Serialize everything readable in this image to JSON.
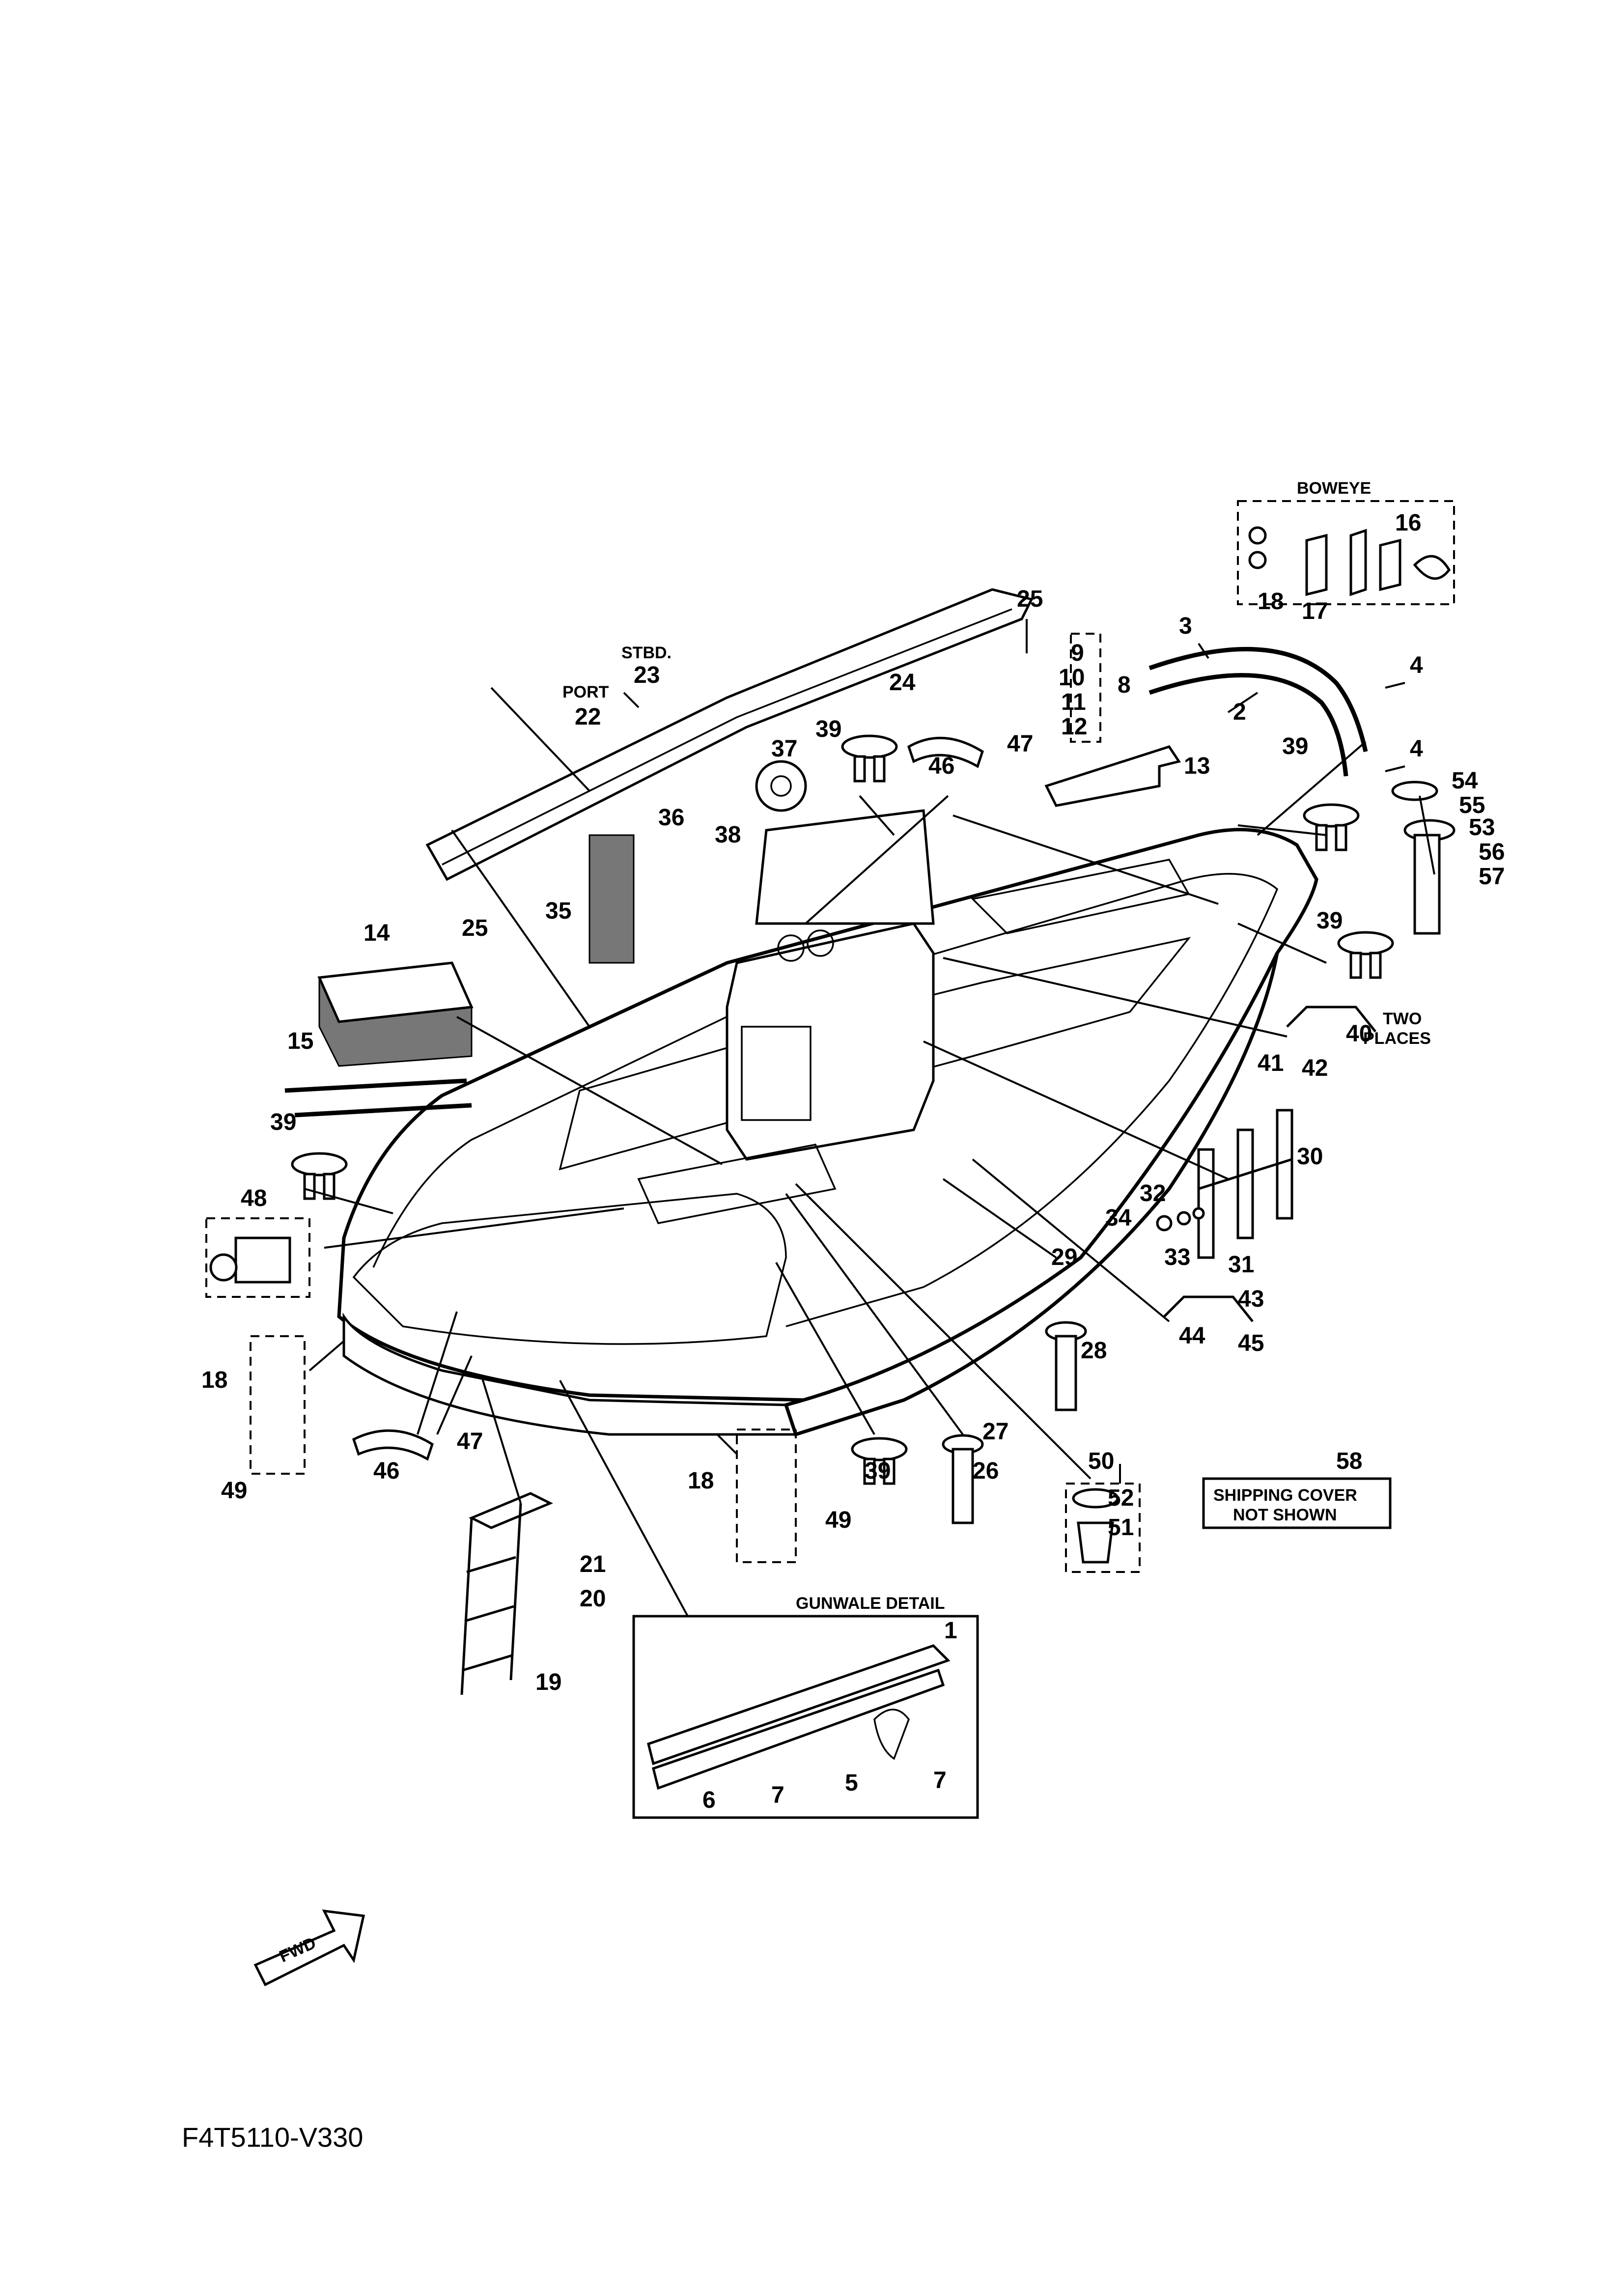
{
  "diagram": {
    "part_callouts": [
      "1",
      "2",
      "3",
      "4",
      "5",
      "6",
      "7",
      "8",
      "9",
      "10",
      "11",
      "12",
      "13",
      "14",
      "15",
      "16",
      "17",
      "18",
      "19",
      "20",
      "21",
      "22",
      "23",
      "24",
      "25",
      "26",
      "27",
      "28",
      "29",
      "30",
      "31",
      "32",
      "33",
      "34",
      "35",
      "36",
      "37",
      "38",
      "39",
      "40",
      "41",
      "42",
      "43",
      "44",
      "45",
      "46",
      "47",
      "48",
      "49",
      "50",
      "51",
      "52",
      "53",
      "54",
      "55",
      "56",
      "57",
      "58"
    ],
    "labels": {
      "boweye": "BOWEYE",
      "port": "PORT",
      "stbd": "STBD.",
      "two_places_1": "TWO",
      "two_places_2": "PLACES",
      "gunwale_detail": "GUNWALE DETAIL",
      "shipping_cover_1": "SHIPPING COVER",
      "shipping_cover_2": "NOT SHOWN",
      "fwd": "FWD"
    },
    "drawing_code": "F4T5110-V330"
  }
}
